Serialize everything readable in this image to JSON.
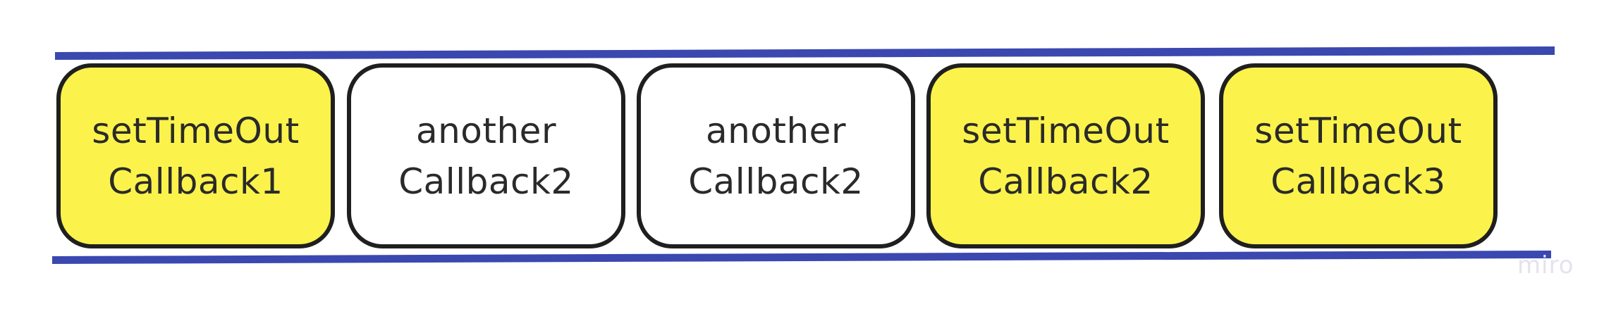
{
  "diagram": {
    "items": [
      {
        "line1": "setTimeOut",
        "line2": "Callback1",
        "fill": "#fbf34b"
      },
      {
        "line1": "another",
        "line2": "Callback2",
        "fill": "#ffffff"
      },
      {
        "line1": "another",
        "line2": "Callback2",
        "fill": "#ffffff"
      },
      {
        "line1": "setTimeOut",
        "line2": "Callback2",
        "fill": "#fbf34b"
      },
      {
        "line1": "setTimeOut",
        "line2": "Callback3",
        "fill": "#fbf34b"
      }
    ],
    "rail_color": "#3a48b0",
    "border_color": "#1f1f1f"
  },
  "watermark": "miro"
}
